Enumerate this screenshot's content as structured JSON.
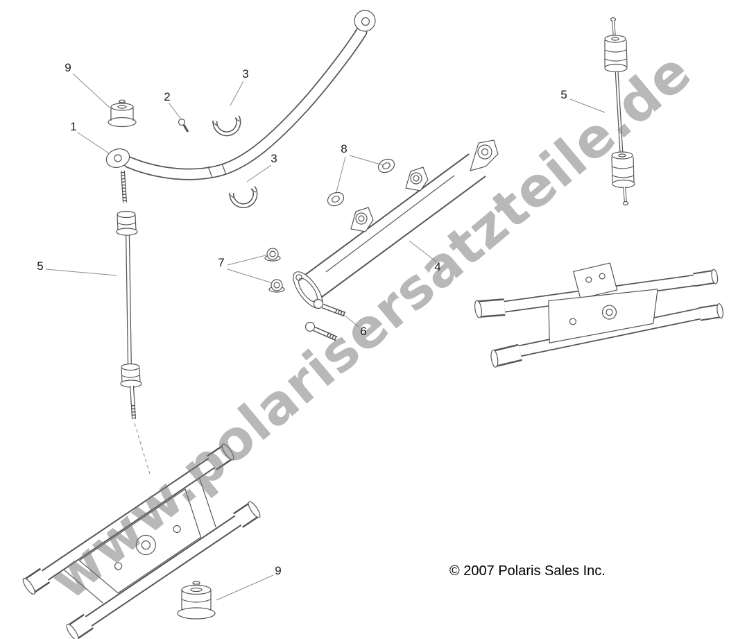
{
  "diagram": {
    "watermark": "www.polarisersatzteile.de",
    "copyright": "© 2007 Polaris Sales Inc.",
    "callouts": [
      {
        "label": "9"
      },
      {
        "label": "2"
      },
      {
        "label": "3"
      },
      {
        "label": "1"
      },
      {
        "label": "3"
      },
      {
        "label": "8"
      },
      {
        "label": "5"
      },
      {
        "label": "5"
      },
      {
        "label": "7"
      },
      {
        "label": "4"
      },
      {
        "label": "6"
      },
      {
        "label": "9"
      }
    ]
  }
}
